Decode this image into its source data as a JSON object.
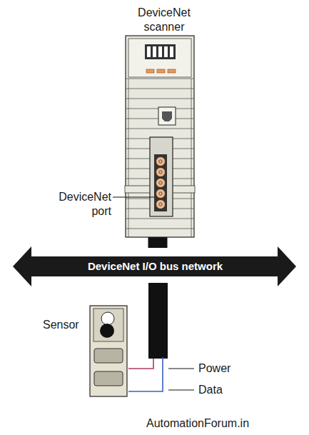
{
  "diagram": {
    "nodes": [
      {
        "text": [
          "DeviceNet scanner"
        ]
      },
      {
        "text": [
          "DeviceNet I/O bus network"
        ]
      },
      {
        "text": [
          "Sensor"
        ]
      }
    ],
    "edges": [
      {
        "from": 0,
        "to": 1,
        "arrow": "none"
      },
      {
        "from": 1,
        "to": 2,
        "arrow": "none"
      }
    ],
    "labels": [
      "DeviceNet port",
      "Power",
      "Data",
      "AutomationForum.in"
    ]
  }
}
